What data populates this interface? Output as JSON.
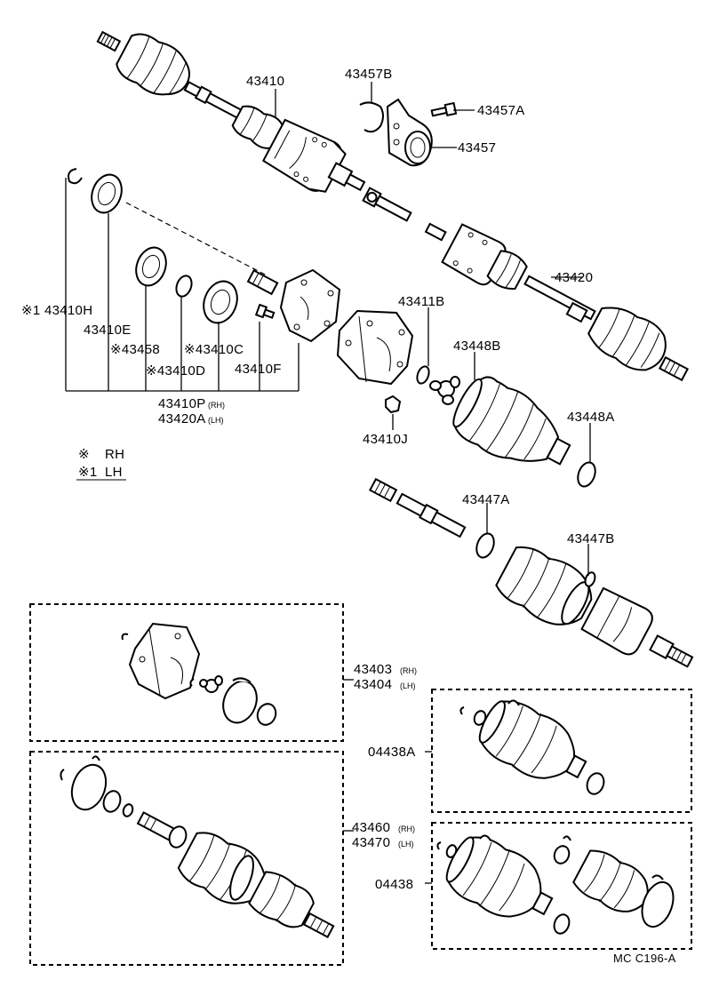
{
  "diagram_code": "MC C196-A",
  "legend": [
    {
      "mark": "※",
      "text": "RH"
    },
    {
      "mark": "※1",
      "text": "LH"
    }
  ],
  "callouts": {
    "p43410": "43410",
    "p43457B": "43457B",
    "p43457A": "43457A",
    "p43457": "43457",
    "p43420": "43420",
    "p43411B": "43411B",
    "p43410H": "※1 43410H",
    "p43410E": "43410E",
    "p43458": "※43458",
    "p43410C": "※43410C",
    "p43410D": "※43410D",
    "p43410F": "43410F",
    "p43410P": "43410P",
    "p43410P_side": "(RH)",
    "p43420A": "43420A",
    "p43420A_side": "(LH)",
    "p43448B": "43448B",
    "p43448A": "43448A",
    "p43410J": "43410J",
    "p43447A": "43447A",
    "p43447B": "43447B",
    "p43403": "43403",
    "p43403_side": "(RH)",
    "p43404": "43404",
    "p43404_side": "(LH)",
    "p04438A": "04438A",
    "p43460": "43460",
    "p43460_side": "(RH)",
    "p43470": "43470",
    "p43470_side": "(LH)",
    "p04438": "04438"
  }
}
